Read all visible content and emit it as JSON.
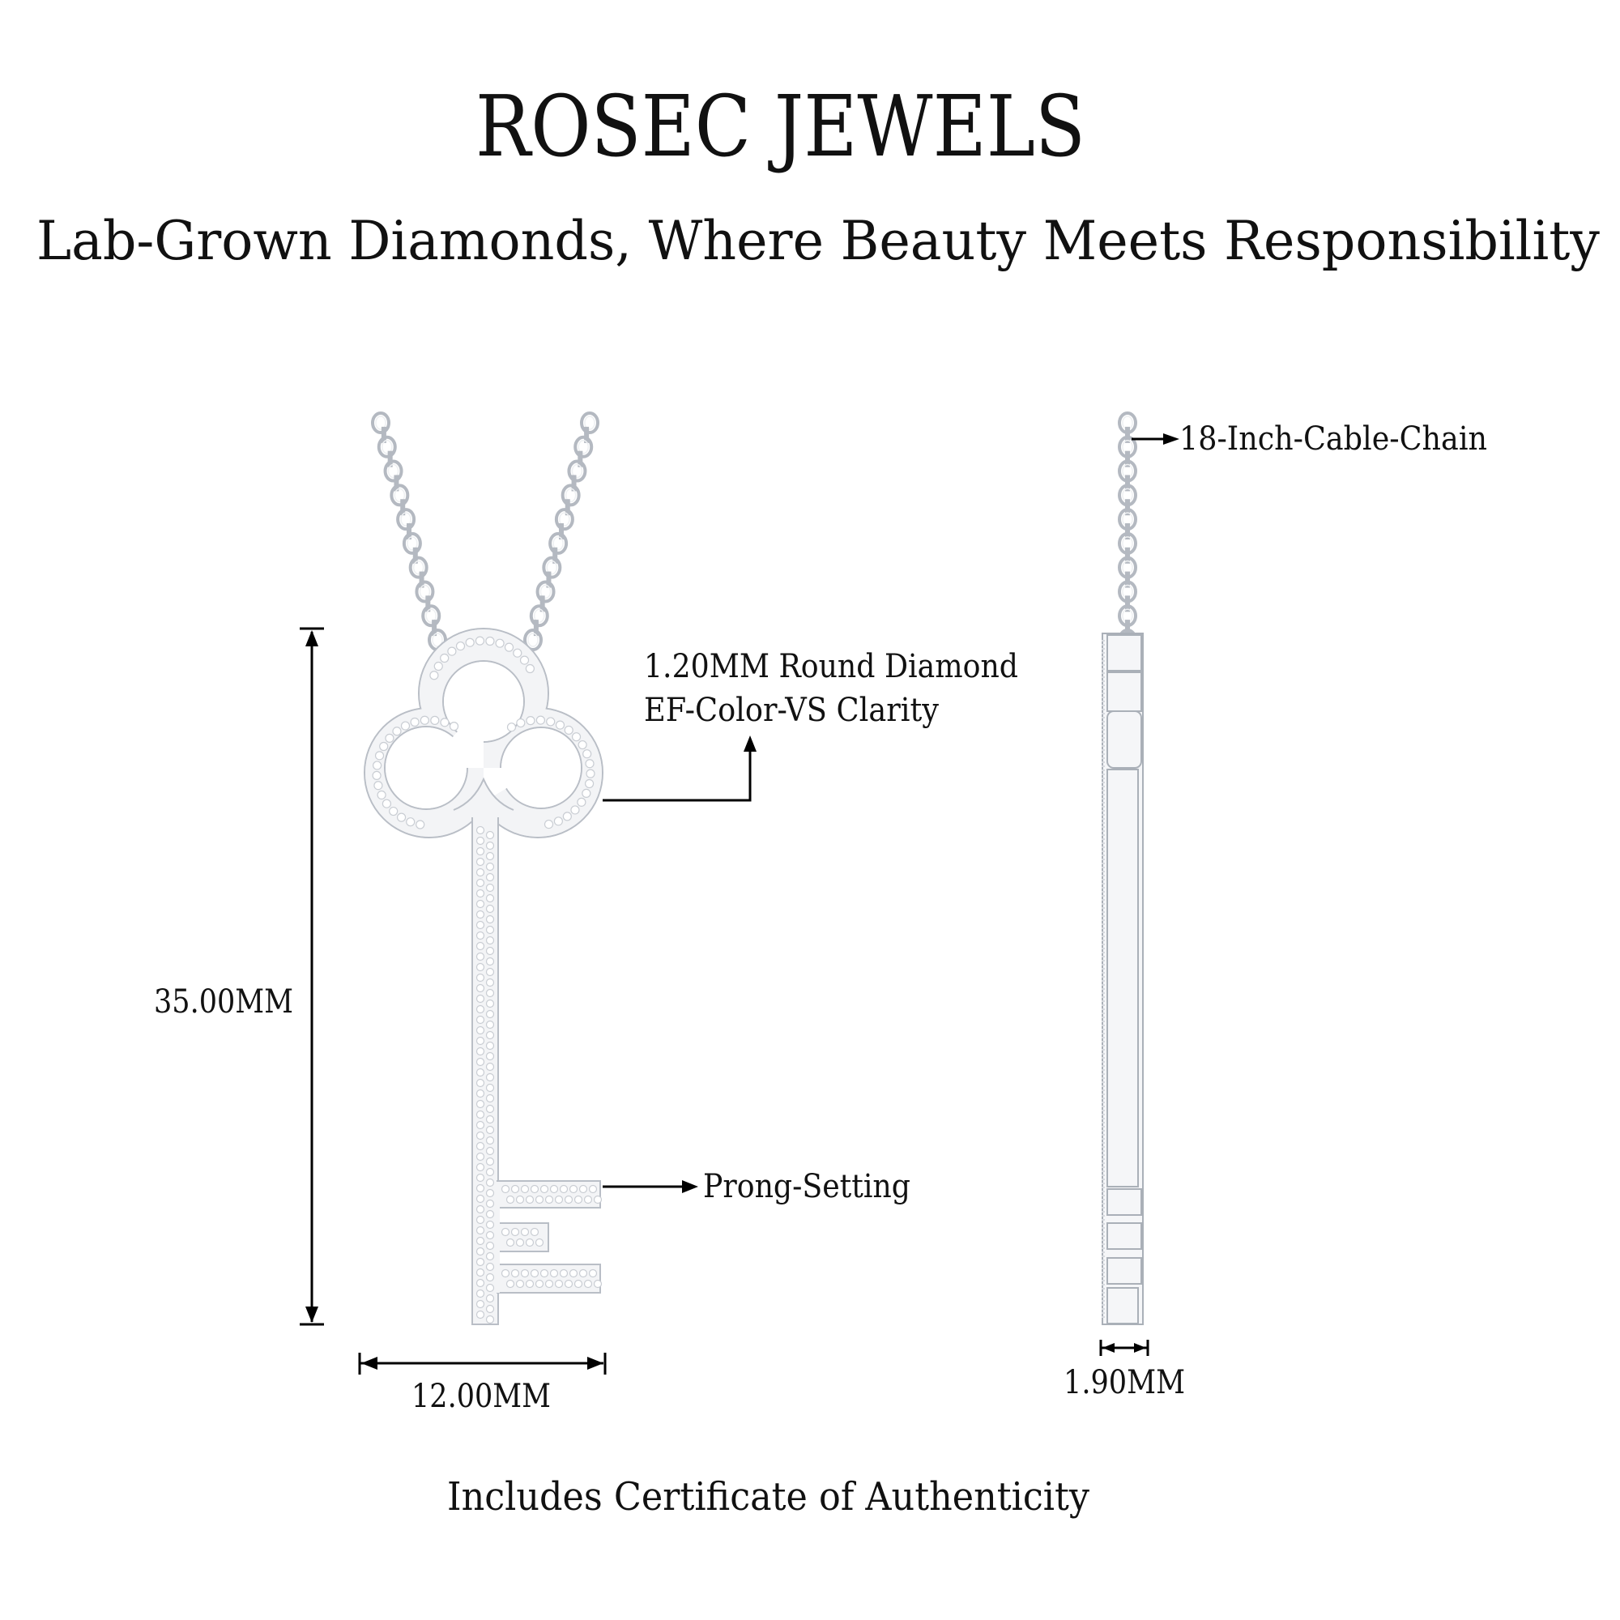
{
  "header": {
    "brand": "ROSEC JEWELS",
    "tagline": "Lab-Grown Diamonds, Where Beauty Meets Responsibility"
  },
  "annotations": {
    "diamond_line1": "1.20MM Round Diamond",
    "diamond_line2": "EF-Color-VS  Clarity",
    "setting": "Prong-Setting",
    "chain": "18-Inch-Cable-Chain"
  },
  "dimensions": {
    "height": "35.00MM",
    "width": "12.00MM",
    "depth": "1.90MM"
  },
  "footer": {
    "certificate": "Includes Certificate of Authenticity"
  },
  "colors": {
    "metal": "#f3f4f6",
    "metal_edge": "#b9bec6",
    "text": "#111111"
  }
}
